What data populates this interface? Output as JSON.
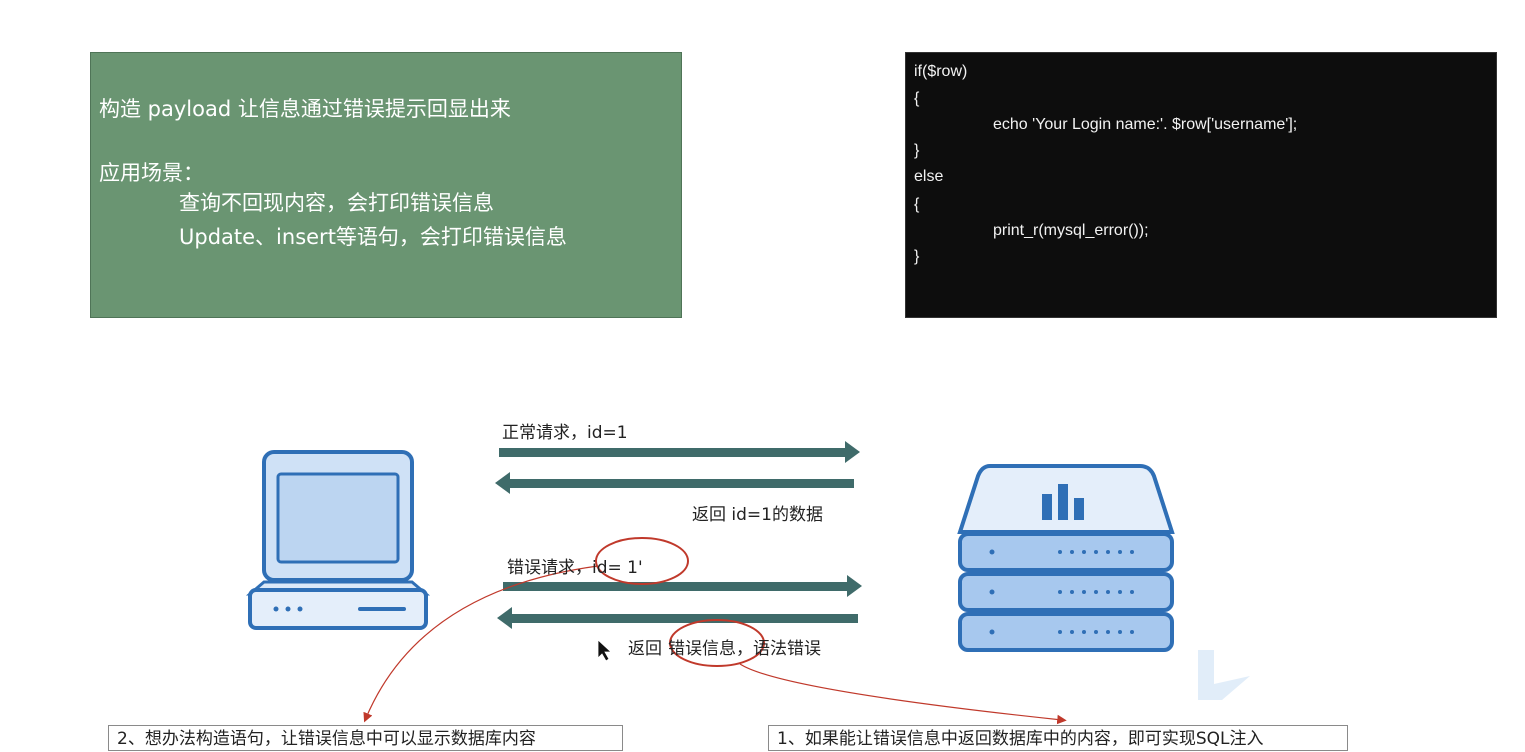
{
  "intro": {
    "line1": "构造 payload 让信息通过错误提示回显出来",
    "line2": "应用场景：",
    "line3": "查询不回现内容，会打印错误信息",
    "line4": "Update、insert等语句，会打印错误信息"
  },
  "code": {
    "lines": [
      "if($row)",
      "{",
      "echo 'Your Login name:'. $row['username'];",
      "}",
      "else",
      "{",
      "print_r(mysql_error());",
      "}"
    ]
  },
  "flow": {
    "normal_request": "正常请求，id=1",
    "normal_response": "返回 id=1的数据",
    "error_request_prefix": "错误请求，",
    "error_request_id": "id= 1'",
    "error_response_prefix": "返回",
    "error_response_highlight": "错误信息",
    "error_response_suffix": "，语法错误"
  },
  "notes": {
    "left": "2、想办法构造语句，让错误信息中可以显示数据库内容",
    "right": "1、如果能让错误信息中返回数据库中的内容，即可实现SQL注入"
  },
  "colors": {
    "green_box": "#6a9572",
    "code_bg": "#0d0d0d",
    "arrow": "#3f6b6a",
    "annotation": "#c0392b",
    "device_blue": "#4a90d9"
  },
  "icons": [
    "computer-icon",
    "server-icon",
    "cursor-icon"
  ]
}
